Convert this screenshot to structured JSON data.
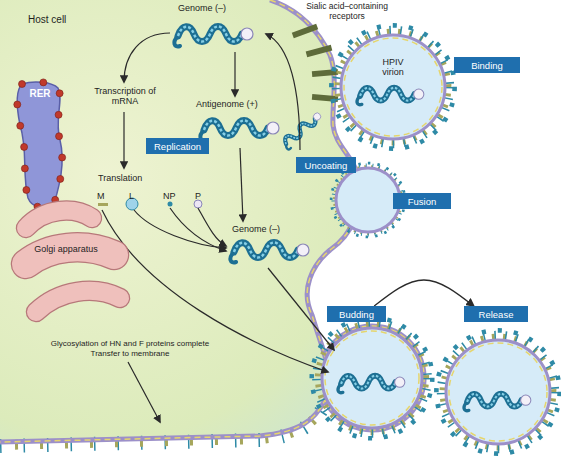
{
  "diagram": {
    "nodes": [
      {
        "text": [
          "HPIV virion"
        ]
      },
      {
        "text": [
          "Binding"
        ]
      },
      {
        "text": [
          "RER"
        ]
      },
      {
        "text": [
          "Replication"
        ]
      },
      {
        "text": [
          "Uncoating"
        ]
      },
      {
        "text": [
          "Fusion"
        ]
      },
      {
        "text": [
          "Golgi apparatus"
        ]
      },
      {
        "text": [
          "Budding"
        ]
      },
      {
        "text": [
          "Release"
        ]
      }
    ],
    "edges": [
      {
        "from": 7,
        "to": 8,
        "arrow": "to"
      }
    ],
    "labels": [
      "Host cell",
      "Genome (–)",
      "Sialic acid–containing receptors",
      "Transcription of mRNA",
      "Antigenome (+)",
      "Translation",
      "M",
      "L",
      "NP",
      "P",
      "Genome (–)",
      "Glycosylation of HN and F proteins complete",
      "Transfer to membrane"
    ]
  }
}
